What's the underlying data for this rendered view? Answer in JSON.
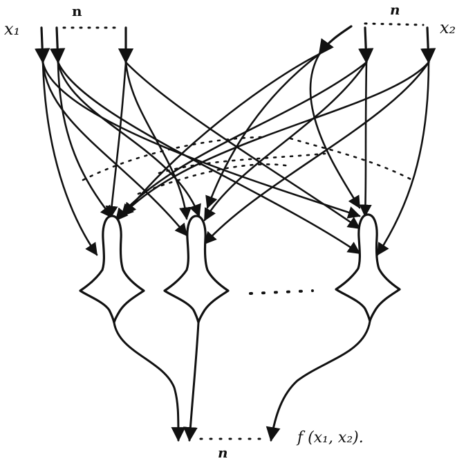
{
  "labels": {
    "x1": "x₁",
    "x2": "x₂",
    "n_top_left": "n",
    "n_top_right": "n",
    "n_bottom": "n",
    "output": "f (x₁, x₂)."
  },
  "colors": {
    "ink": "#111111",
    "background": "#ffffff"
  }
}
